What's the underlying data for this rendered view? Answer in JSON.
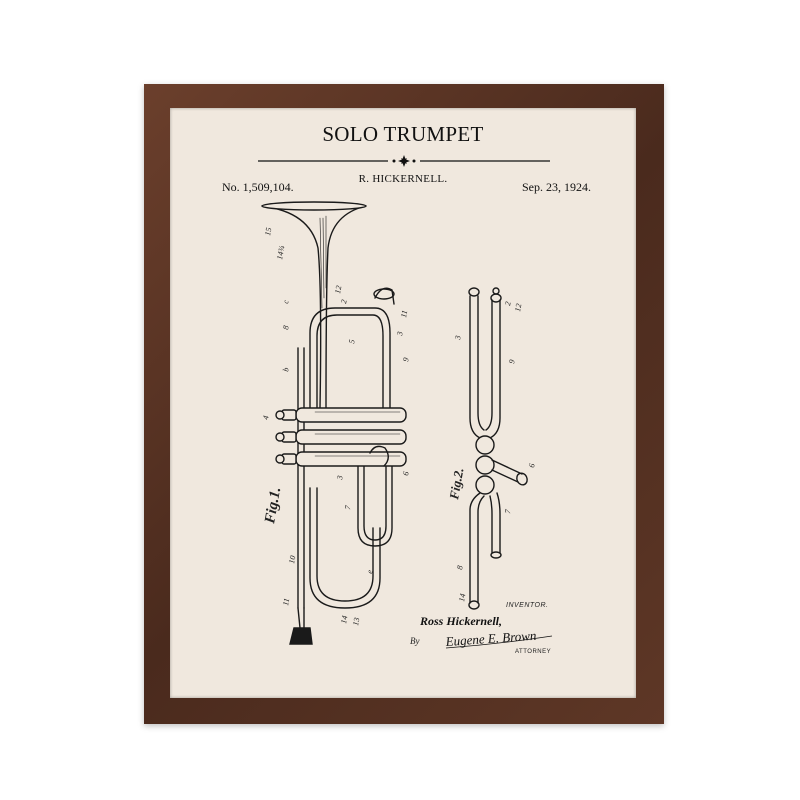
{
  "print": {
    "title": "SOLO TRUMPET",
    "inventor": "R. HICKERNELL.",
    "patent_number": "No. 1,509,104.",
    "date": "Sep. 23, 1924."
  },
  "figures": {
    "fig1": "Fig.1.",
    "fig2": "Fig.2."
  },
  "signature": {
    "inventor_caption": "INVENTOR.",
    "inventor_name": "Ross Hickernell,",
    "by": "By",
    "attorney_signature": "Eugene E. Brown",
    "attorney_caption": "ATTORNEY"
  },
  "colors": {
    "frame": "#5a3424",
    "mat": "#f0e8de",
    "ink": "#111111"
  }
}
